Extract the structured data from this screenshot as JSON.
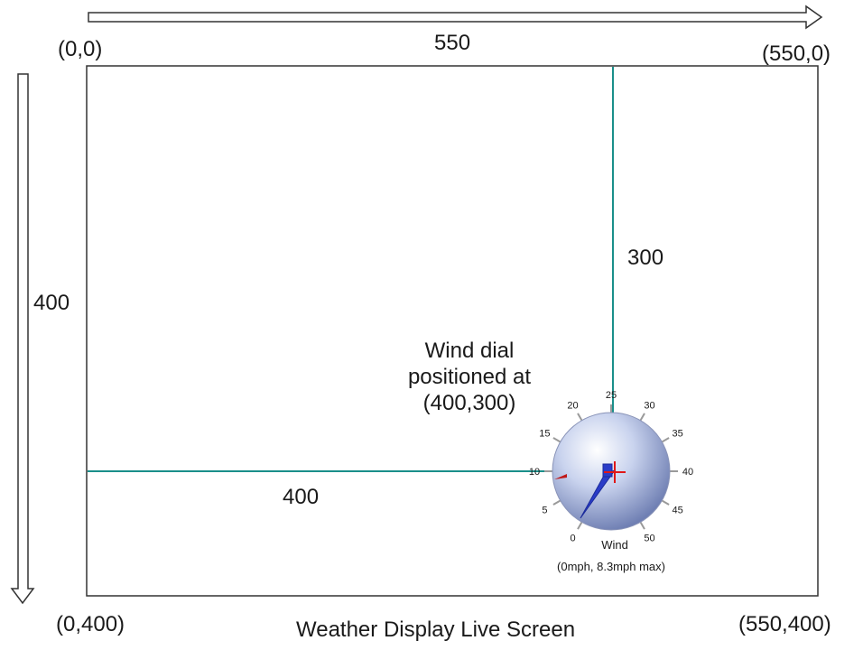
{
  "diagram": {
    "screen_caption": "Weather Display Live Screen",
    "corners": {
      "top_left": "(0,0)",
      "top_right": "(550,0)",
      "bottom_left": "(0,400)",
      "bottom_right": "(550,400)"
    },
    "width_label": "550",
    "height_label": "400",
    "offset_y_label": "300",
    "offset_x_label": "400",
    "dial_caption": [
      "Wind dial",
      "positioned at",
      "(400,300)"
    ],
    "colors": {
      "guide_line": "#1a8f8a",
      "outline": "#333333",
      "dial_face": "#b9c6e6",
      "needle": "#2a3cc8",
      "marker": "#e01818"
    }
  },
  "wind_dial": {
    "title": "Wind",
    "subtitle": "(0mph, 8.3mph max)",
    "scale_labels": [
      "0",
      "5",
      "10",
      "15",
      "20",
      "25",
      "30",
      "35",
      "40",
      "45",
      "50"
    ],
    "scale_min": 0,
    "scale_max": 50,
    "current_speed_mph": 0,
    "max_speed_mph": 8.3
  }
}
